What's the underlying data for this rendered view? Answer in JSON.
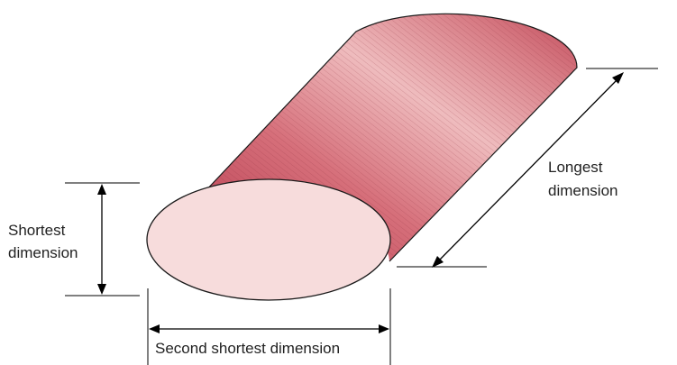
{
  "labels": {
    "shortest_line1": "Shortest",
    "shortest_line2": "dimension",
    "longest_line1": "Longest",
    "longest_line2": "dimension",
    "second_shortest": "Second shortest dimension"
  },
  "colors": {
    "body_dark": "#c24a5a",
    "body_light": "#f1c3c3",
    "end_face": "#f7dcdc",
    "outline": "#000000",
    "text": "#222222"
  }
}
